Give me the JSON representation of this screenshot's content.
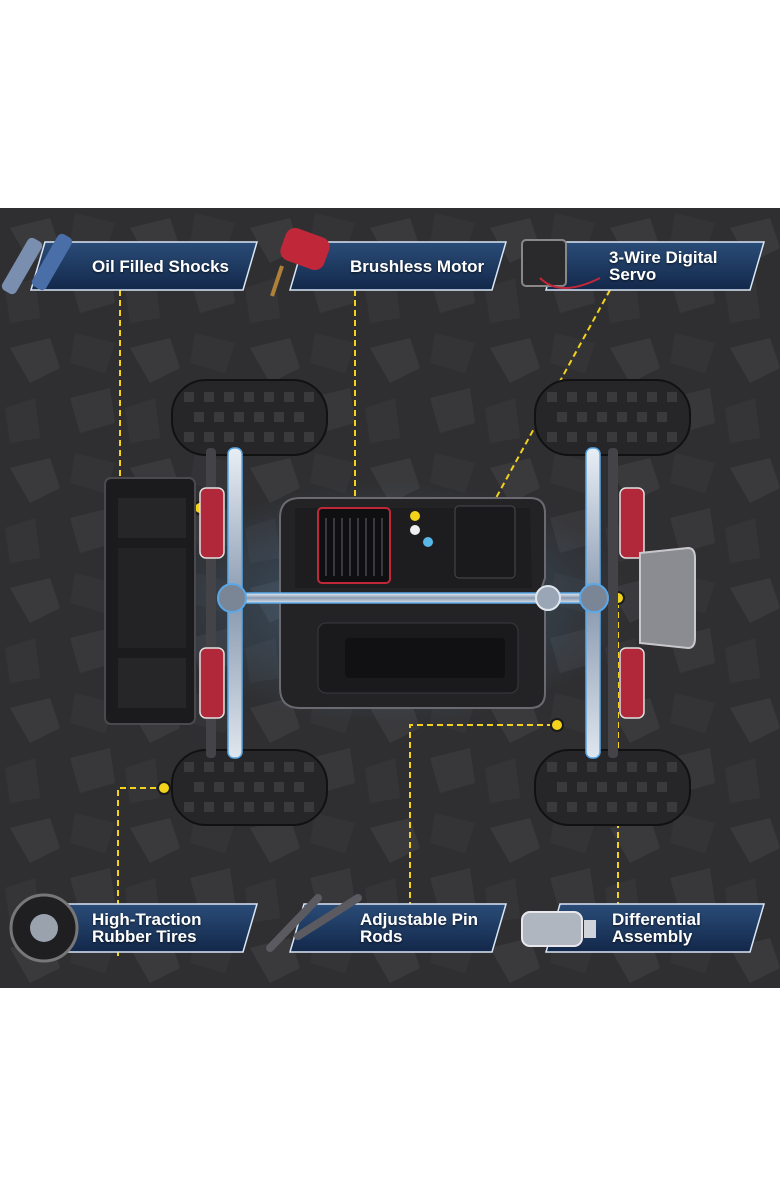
{
  "features": [
    {
      "id": "shocks",
      "label": "Oil Filled Shocks",
      "icon": "shock-absorber-icon"
    },
    {
      "id": "motor",
      "label": "Brushless Motor",
      "icon": "motor-icon"
    },
    {
      "id": "servo",
      "label": "3-Wire Digital\nServo",
      "icon": "servo-icon"
    },
    {
      "id": "tires",
      "label": "High-Traction\nRubber Tires",
      "icon": "tire-icon"
    },
    {
      "id": "rods",
      "label": "Adjustable Pin\nRods",
      "icon": "pin-rods-icon"
    },
    {
      "id": "diff",
      "label": "Differential\nAssembly",
      "icon": "differential-icon"
    }
  ],
  "colors": {
    "background": "#2e2e30",
    "label_bg": "#1c3557",
    "label_edge": "#d9e6f5",
    "callout_line": "#f2d21a",
    "chassis_glow": "#5aa8e8"
  }
}
